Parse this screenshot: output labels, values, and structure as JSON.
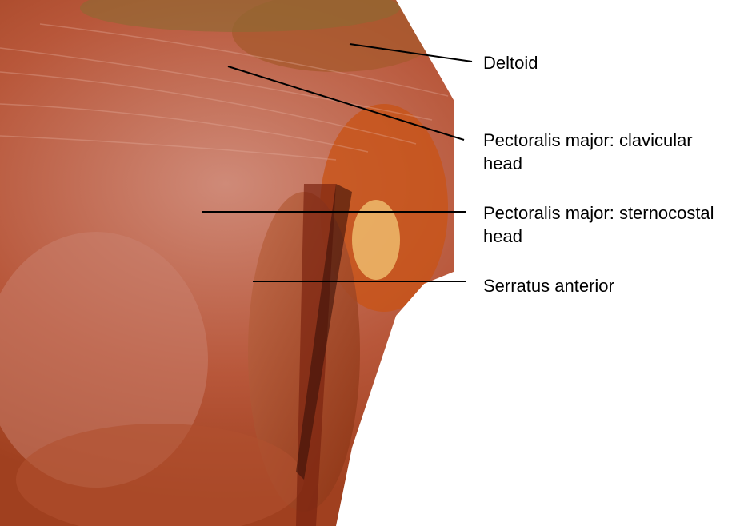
{
  "labels": {
    "deltoid": "Deltoid",
    "clavicular_line1": "Pectoralis major: clavicular",
    "clavicular_line2": "head",
    "sternocostal_line1": "Pectoralis major: sternocostal",
    "sternocostal_line2": "head",
    "serratus": "Serratus anterior"
  },
  "colors": {
    "muscle_base": "#b4502a",
    "muscle_light": "#d9876a",
    "muscle_dark": "#7a2810",
    "tendon": "#e8a060",
    "leader_line": "#000000"
  }
}
